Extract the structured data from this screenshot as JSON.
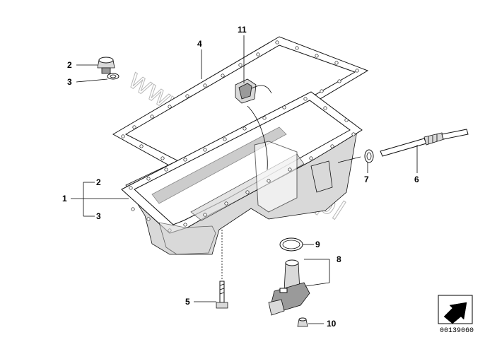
{
  "diagram": {
    "watermark": "www.BMWstore.pl",
    "reference_code": "00139060",
    "callouts": {
      "c1": "1",
      "c2a": "2",
      "c2b": "2",
      "c3a": "3",
      "c3b": "3",
      "c4": "4",
      "c5": "5",
      "c6": "6",
      "c7": "7",
      "c8": "8",
      "c9": "9",
      "c10": "10",
      "c11": "11"
    },
    "icons": {
      "reference_arrow": "arrow-down-left-icon"
    }
  }
}
